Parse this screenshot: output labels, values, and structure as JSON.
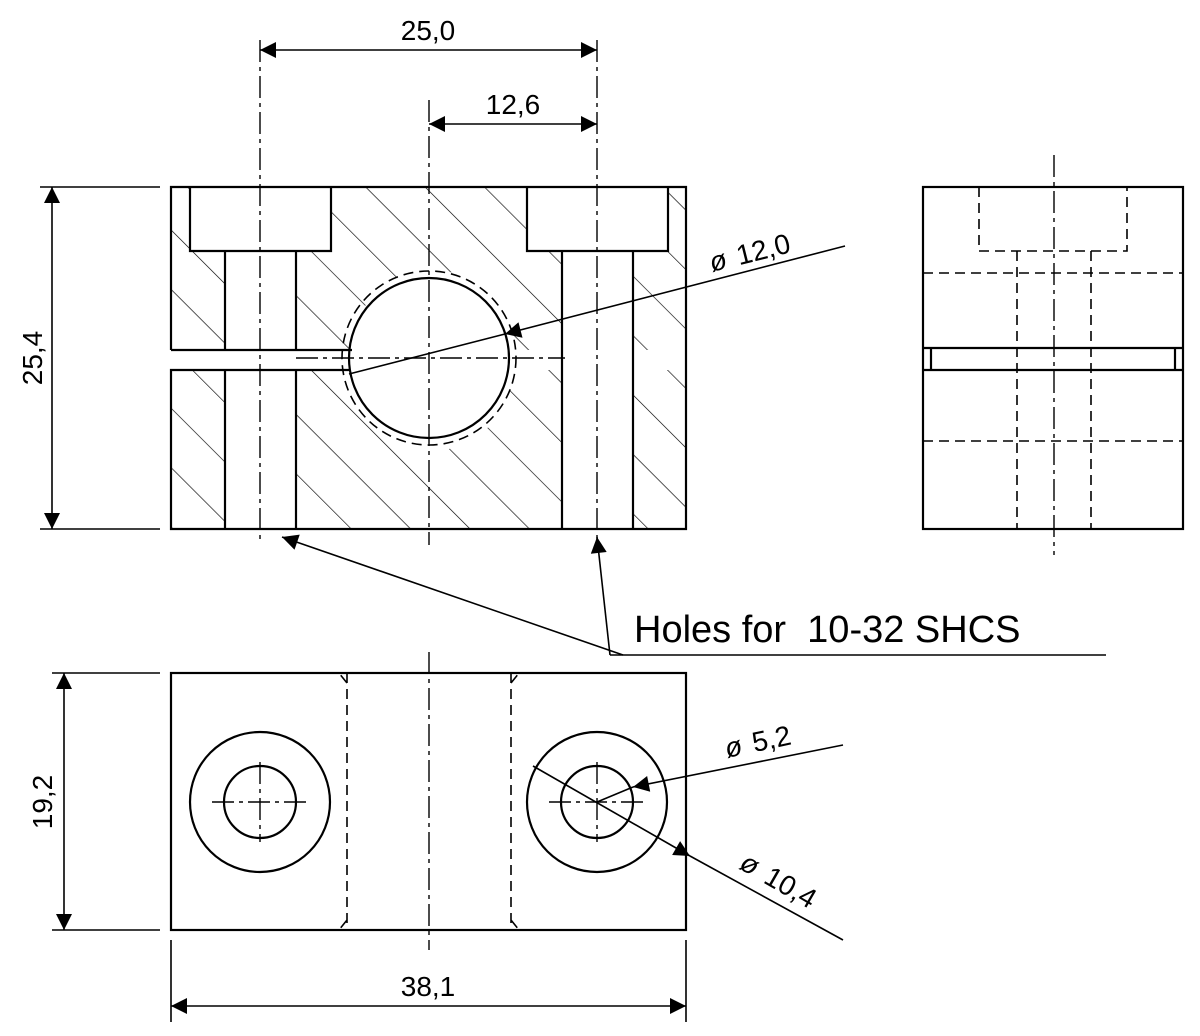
{
  "dimensions": {
    "top_width": "25,0",
    "offset": "12,6",
    "height": "25,4",
    "bore_diameter": "12,0",
    "depth": "19,2",
    "length": "38,1",
    "hole_diameter": "5,2",
    "counterbore_diameter": "10,4"
  },
  "symbols": {
    "diameter": "ø"
  },
  "note": "Holes for  10-32 SHCS"
}
